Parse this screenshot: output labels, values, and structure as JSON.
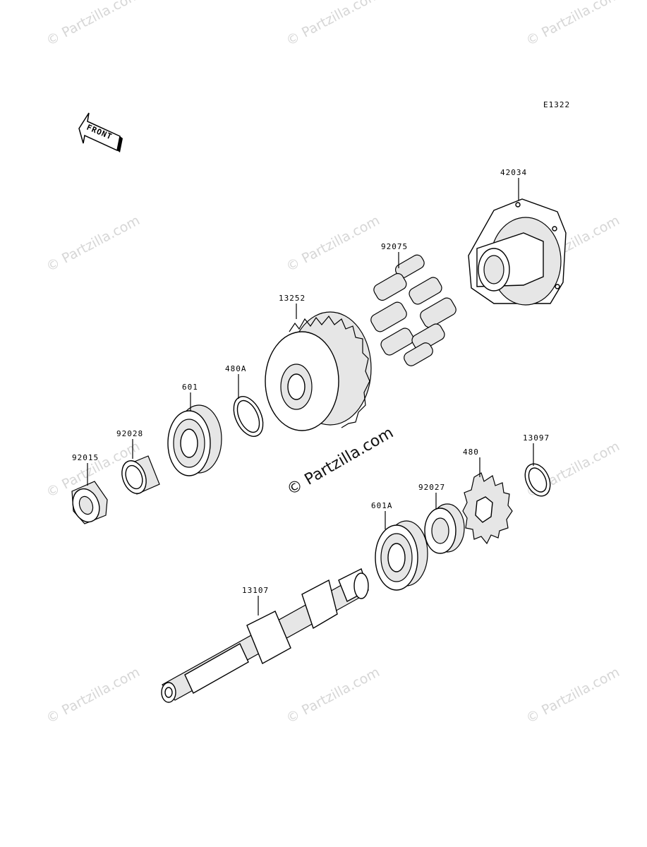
{
  "diagram_code": "E1322",
  "front_label": "FRONT",
  "watermark_text": "© Partzilla.com",
  "parts": [
    {
      "id": "p42034",
      "label": "42034"
    },
    {
      "id": "p92075",
      "label": "92075"
    },
    {
      "id": "p13252",
      "label": "13252"
    },
    {
      "id": "p480A",
      "label": "480A"
    },
    {
      "id": "p601",
      "label": "601"
    },
    {
      "id": "p92028",
      "label": "92028"
    },
    {
      "id": "p92015",
      "label": "92015"
    },
    {
      "id": "p13097",
      "label": "13097"
    },
    {
      "id": "p480",
      "label": "480"
    },
    {
      "id": "p92027",
      "label": "92027"
    },
    {
      "id": "p601A",
      "label": "601A"
    },
    {
      "id": "p13107",
      "label": "13107"
    }
  ]
}
